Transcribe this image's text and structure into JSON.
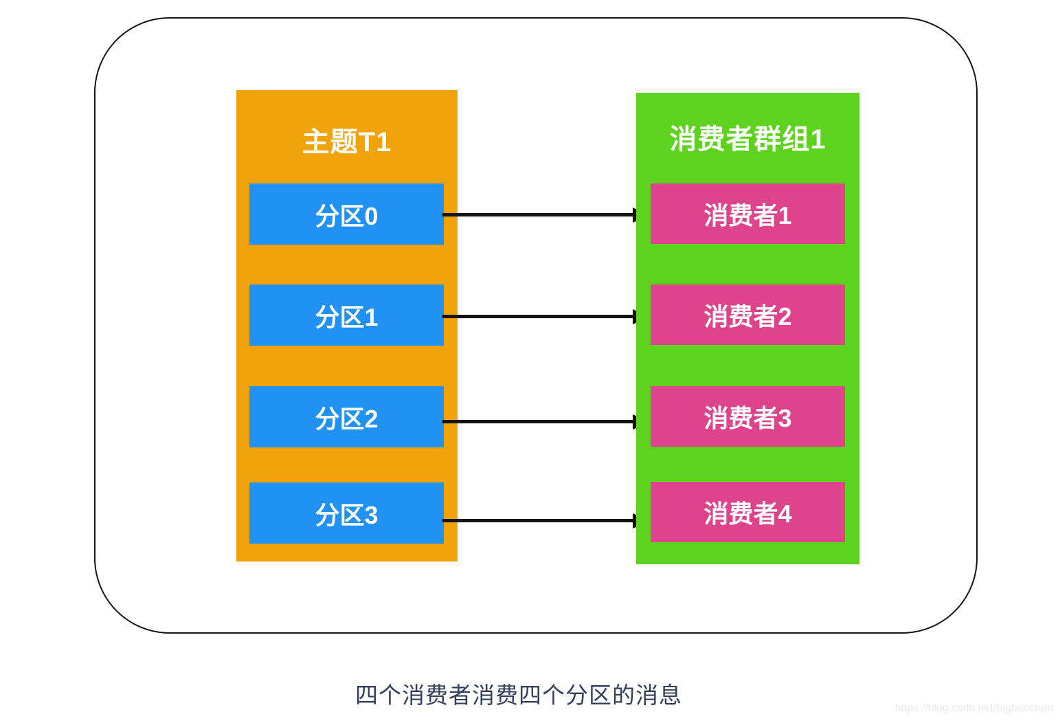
{
  "diagram": {
    "topic": {
      "title": "主题T1",
      "partitions": [
        {
          "label": "分区0"
        },
        {
          "label": "分区1"
        },
        {
          "label": "分区2"
        },
        {
          "label": "分区3"
        }
      ]
    },
    "consumer_group": {
      "title": "消费者群组1",
      "consumers": [
        {
          "label": "消费者1"
        },
        {
          "label": "消费者2"
        },
        {
          "label": "消费者3"
        },
        {
          "label": "消费者4"
        }
      ]
    },
    "connections": [
      {
        "from": "分区0",
        "to": "消费者1"
      },
      {
        "from": "分区1",
        "to": "消费者2"
      },
      {
        "from": "分区2",
        "to": "消费者3"
      },
      {
        "from": "分区3",
        "to": "消费者4"
      }
    ]
  },
  "caption": "四个消费者消费四个分区的消息",
  "watermark": "https://blog.csdn.net/bigbaochen",
  "colors": {
    "topic-bg": "#F0A30A",
    "partition-bg": "#2192F4",
    "group-bg": "#5DD31F",
    "consumer-bg": "#DE448C",
    "outline": "#141414",
    "caption": "#33405C",
    "watermark": "#EAEAEA"
  }
}
